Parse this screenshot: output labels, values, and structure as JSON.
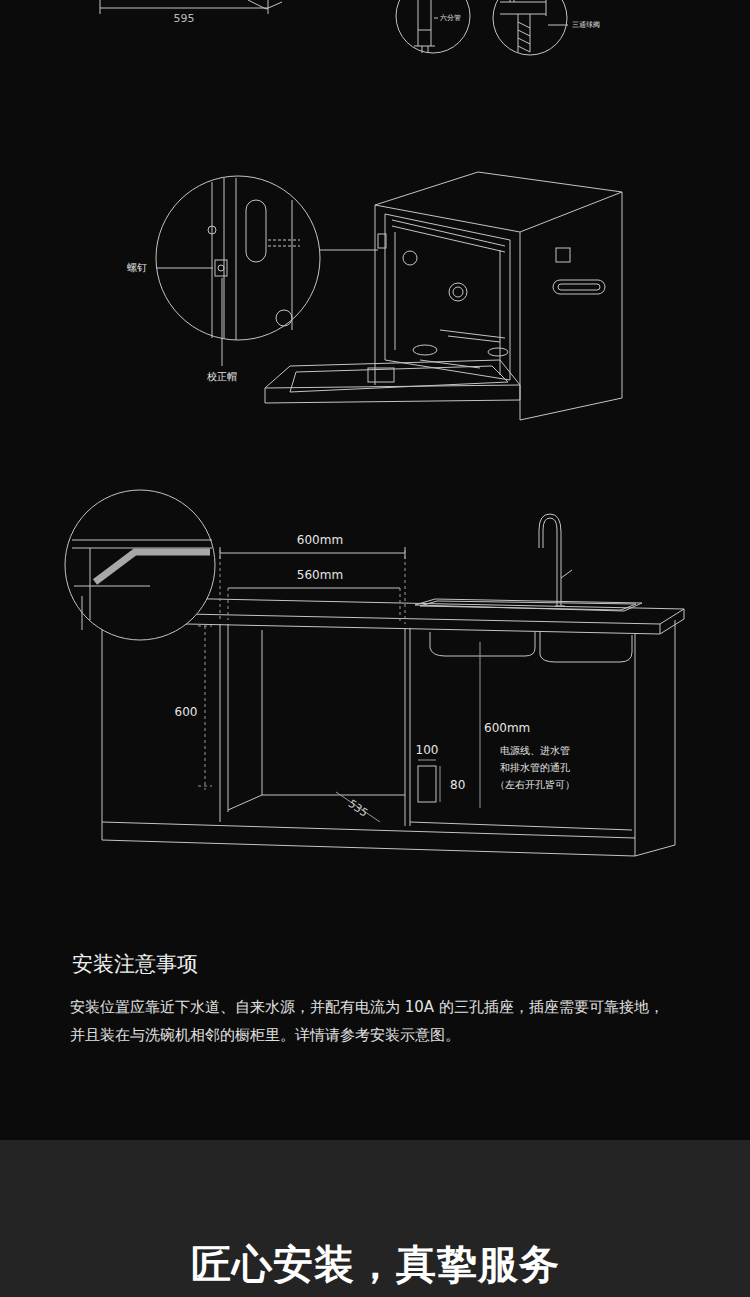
{
  "diagram": {
    "title": "安装注意事项",
    "nodes": [
      {
        "text": [
          "匠心安装，真挚服务"
        ]
      }
    ],
    "labels": [
      "595",
      "六分管",
      "三通球阀",
      "螺钉",
      "校正帽",
      "600mm",
      "560mm",
      "600",
      "600mm",
      "100",
      "80",
      "电源线、进水管 和排水管的通孔 （左右开孔皆可）",
      "535",
      "安装位置应靠近下水道、自来水源，并配有电流为 10A 的三孔插座，插座需要可靠接地，并且装在与洗碗机相邻的橱柜里。详情请参考安装示意图。"
    ]
  }
}
